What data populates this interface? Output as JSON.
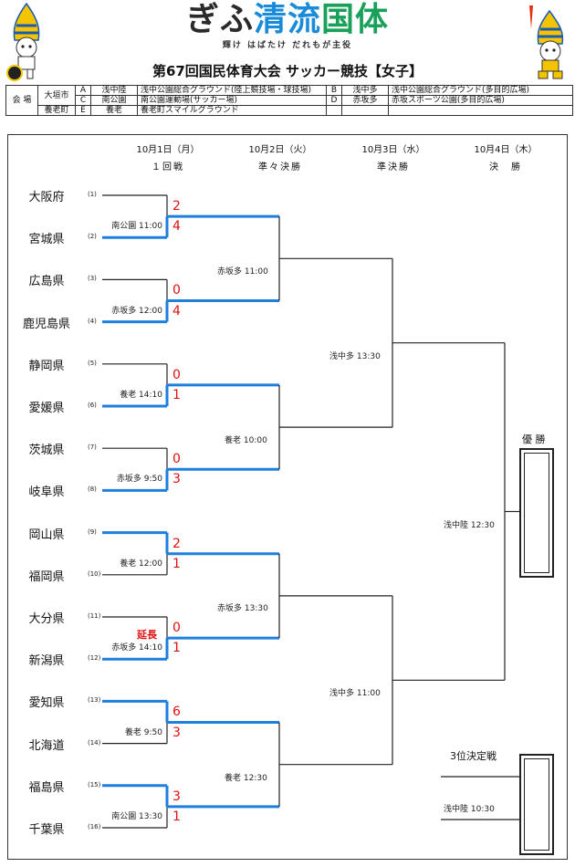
{
  "header": {
    "logo_title": "ぎふ清流国体",
    "logo_subtitle": "輝け はばたけ だれもが主役",
    "title": "第67回国民体育大会 サッカー競技【女子】"
  },
  "venues": {
    "label": "会 場",
    "city1": "大垣市",
    "city2": "養老町",
    "rows": [
      {
        "code_a": "A",
        "short_a": "浅中陸",
        "name_a": "浅中公園総合グラウンド(陸上競技場・球技場)",
        "code_b": "B",
        "short_b": "浅中多",
        "name_b": "浅中公園総合グラウンド(多目的広場)"
      },
      {
        "code_a": "C",
        "short_a": "南公園",
        "name_a": "南公園運動場(サッカー場)",
        "code_b": "D",
        "short_b": "赤坂多",
        "name_b": "赤坂スポーツ公園(多目的広場)"
      },
      {
        "code_a": "E",
        "short_a": "養老",
        "name_a": "養老町スマイルグラウンド",
        "code_b": "",
        "short_b": "",
        "name_b": ""
      }
    ]
  },
  "rounds": [
    {
      "date": "10月1日（月）",
      "name": "１回戦"
    },
    {
      "date": "10月2日（火）",
      "name": "準々決勝"
    },
    {
      "date": "10月3日（水）",
      "name": "準決勝"
    },
    {
      "date": "10月4日（木）",
      "name": "決　勝"
    }
  ],
  "teams": [
    {
      "seed": "(1)",
      "name": "大阪府"
    },
    {
      "seed": "(2)",
      "name": "宮城県"
    },
    {
      "seed": "(3)",
      "name": "広島県"
    },
    {
      "seed": "(4)",
      "name": "鹿児島県"
    },
    {
      "seed": "(5)",
      "name": "静岡県"
    },
    {
      "seed": "(6)",
      "name": "愛媛県"
    },
    {
      "seed": "(7)",
      "name": "茨城県"
    },
    {
      "seed": "(8)",
      "name": "岐阜県"
    },
    {
      "seed": "(9)",
      "name": "岡山県"
    },
    {
      "seed": "(10)",
      "name": "福岡県"
    },
    {
      "seed": "(11)",
      "name": "大分県"
    },
    {
      "seed": "(12)",
      "name": "新潟県"
    },
    {
      "seed": "(13)",
      "name": "愛知県"
    },
    {
      "seed": "(14)",
      "name": "北海道"
    },
    {
      "seed": "(15)",
      "name": "福島県"
    },
    {
      "seed": "(16)",
      "name": "千葉県"
    }
  ],
  "round1": [
    {
      "info": "南公園 11:00",
      "score_top": "2",
      "score_bottom": "4"
    },
    {
      "info": "赤坂多 12:00",
      "score_top": "0",
      "score_bottom": "4"
    },
    {
      "info": "養老 14:10",
      "score_top": "0",
      "score_bottom": "1"
    },
    {
      "info": "赤坂多 9:50",
      "score_top": "0",
      "score_bottom": "3"
    },
    {
      "info": "養老 12:00",
      "score_top": "2",
      "score_bottom": "1"
    },
    {
      "info": "赤坂多 14:10",
      "score_top": "0",
      "score_bottom": "1",
      "extra": "延長"
    },
    {
      "info": "養老 9:50",
      "score_top": "6",
      "score_bottom": "3"
    },
    {
      "info": "南公園 13:30",
      "score_top": "3",
      "score_bottom": "1"
    }
  ],
  "quarterfinals": [
    {
      "info": "赤坂多 11:00"
    },
    {
      "info": "養老 10:00"
    },
    {
      "info": "赤坂多 13:30"
    },
    {
      "info": "養老 12:30"
    }
  ],
  "semifinals": [
    {
      "info": "浅中多 13:30"
    },
    {
      "info": "浅中多 11:00"
    }
  ],
  "final": {
    "info": "浅中陸 12:30",
    "winner_label": "優 勝"
  },
  "third_place": {
    "label": "3位決定戦",
    "info": "浅中陸 10:30"
  },
  "colors": {
    "winner_line": "#1e7fdc",
    "line": "#222222",
    "score": "#e01010"
  }
}
